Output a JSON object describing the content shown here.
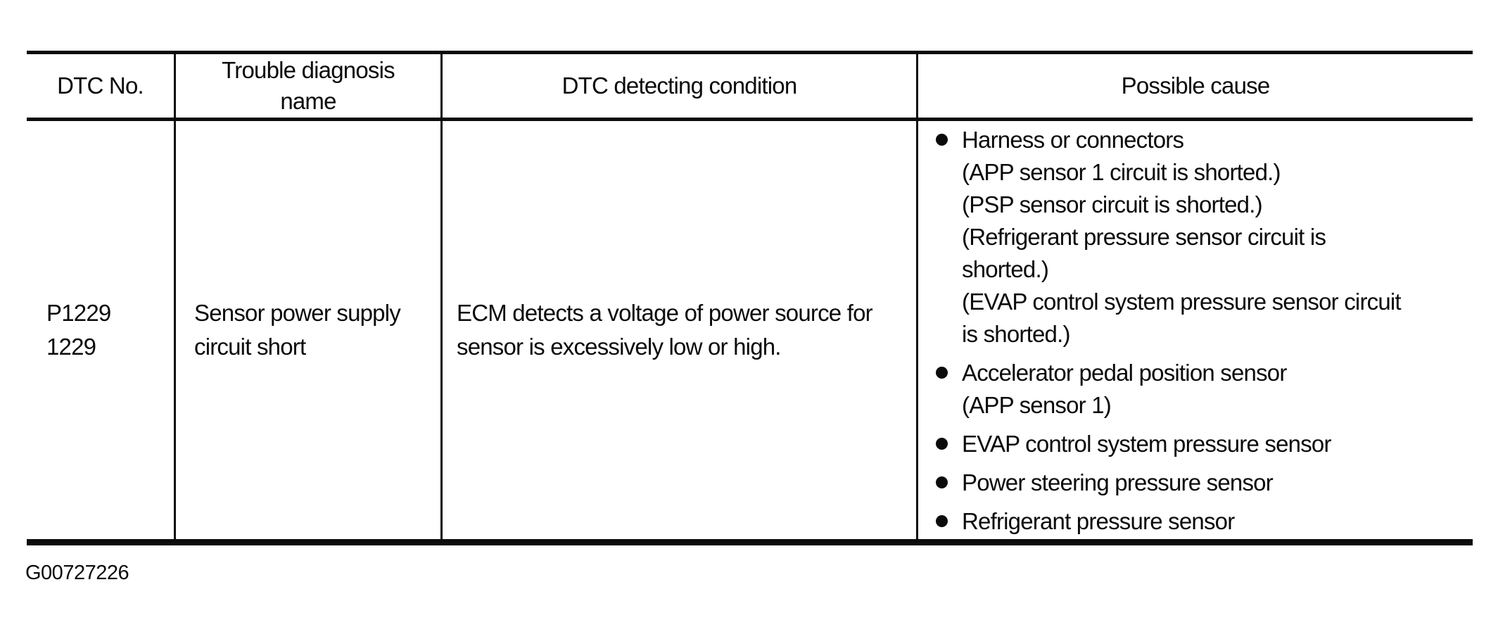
{
  "table": {
    "header": {
      "col1": "DTC No.",
      "col2_line1": "Trouble diagnosis",
      "col2_line2": "name",
      "col3": "DTC detecting condition",
      "col4": "Possible cause"
    },
    "row": {
      "dtc_no_line1": "P1229",
      "dtc_no_line2": "1229",
      "trouble_line1": "Sensor power supply",
      "trouble_line2": "circuit short",
      "condition_line1": "ECM detects a voltage of power source for",
      "condition_line2": "sensor is excessively low or high.",
      "causes": [
        {
          "lines": [
            "Harness or connectors",
            "(APP sensor 1 circuit is shorted.)",
            "(PSP sensor circuit is shorted.)",
            "(Refrigerant pressure sensor circuit is",
            "shorted.)",
            "(EVAP control system pressure sensor circuit",
            "is shorted.)"
          ]
        },
        {
          "lines": [
            "Accelerator pedal position sensor",
            "(APP sensor 1)"
          ]
        },
        {
          "lines": [
            "EVAP control system pressure sensor"
          ]
        },
        {
          "lines": [
            "Power steering pressure sensor"
          ]
        },
        {
          "lines": [
            "Refrigerant pressure sensor"
          ]
        }
      ]
    }
  },
  "footer": {
    "figure_code": "G00727226"
  },
  "colors": {
    "ink": "#0b0b0b",
    "paper": "#ffffff"
  }
}
